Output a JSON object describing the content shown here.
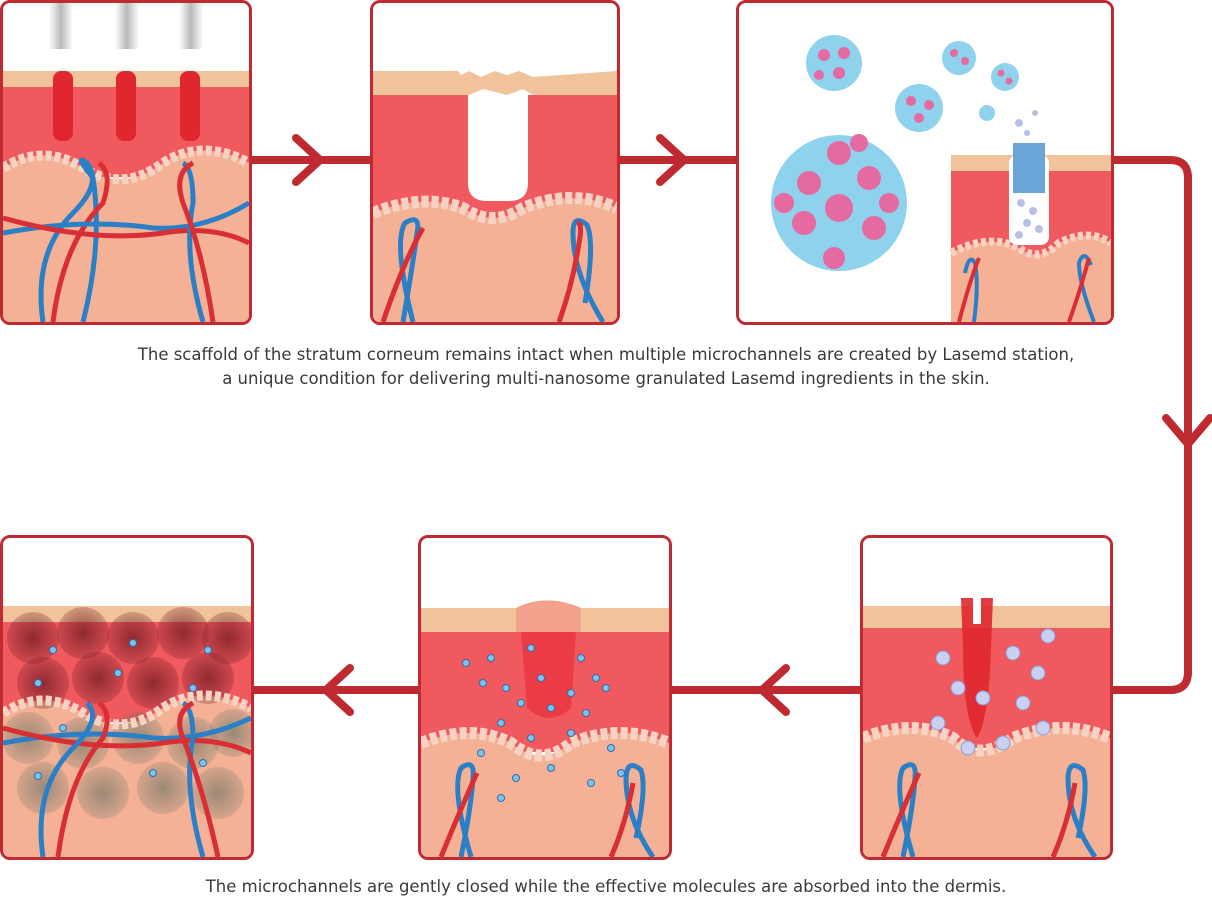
{
  "captions": {
    "top_line1": "The scaffold of the stratum corneum remains intact when multiple microchannels are created by Lasemd station,",
    "top_line2": "a unique condition for delivering multi-nanosome granulated Lasemd ingredients in the skin.",
    "bottom": "The microchannels are gently closed while the effective molecules are absorbed into the dermis."
  },
  "colors": {
    "frame": "#c02a32",
    "arrow": "#be2a30",
    "stratum": "#f1c39a",
    "epidermis": "#f0595e",
    "dermis": "#f4b196",
    "vein": "#2a7fc6",
    "artery": "#d92e33",
    "laser": "#e0262e",
    "nanosome": "#8fd2ee",
    "granule": "#e46aa1"
  }
}
